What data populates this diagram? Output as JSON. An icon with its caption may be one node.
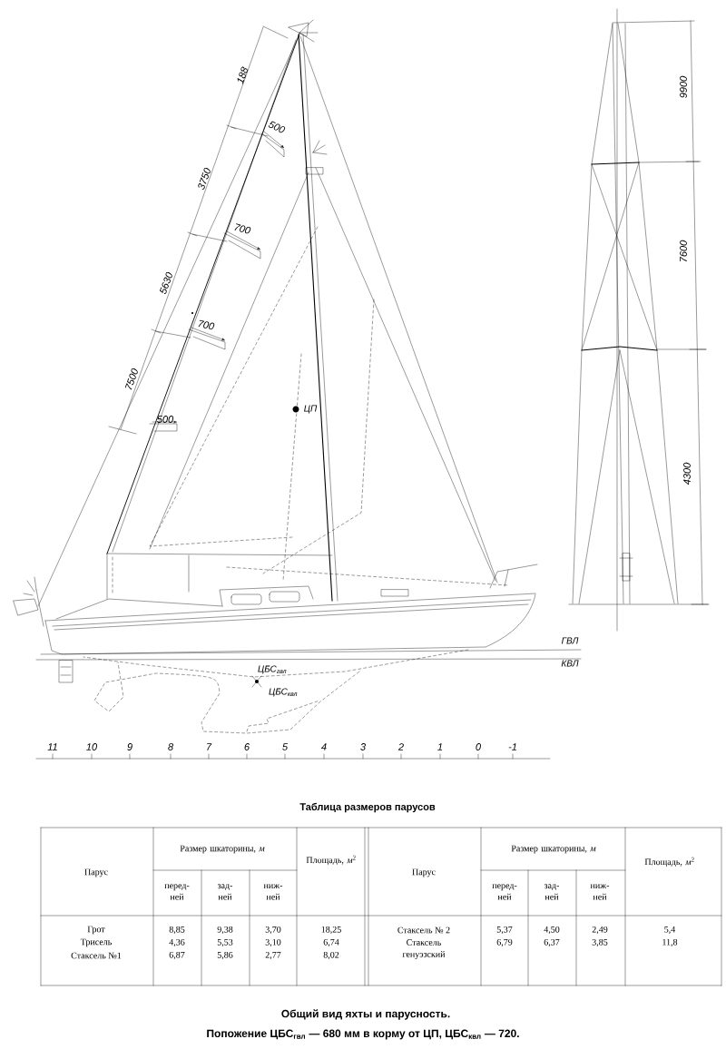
{
  "diagram": {
    "caption": "Общий вид яхты и парусность.",
    "labels": [
      "188",
      "3750",
      "5630",
      "7500",
      "500",
      "700",
      "700",
      "500",
      "ЦП",
      "9900",
      "7600",
      "4300",
      "ГВЛ",
      "КВЛ",
      "ЦБС$_{гвл}$",
      "ЦБС$_{квл}$",
      "11",
      "10",
      "9",
      "8",
      "7",
      "6",
      "5",
      "4",
      "3",
      "2",
      "1",
      "0",
      "-1",
      "Таблица размеров парусов",
      "Парус",
      "Размер шкаторины, *м*",
      "Площадь, *м*$^{2}$",
      "Парус",
      "Размер шкаторины, *м*",
      "Площадь, *м*$^{2}$",
      "перед-ней",
      "зад-ней",
      "ниж-ней",
      "перед-ней",
      "зад-ней",
      "ниж-ней",
      "Грот",
      "8,85",
      "9,38",
      "3,70",
      "18,25",
      "Стаксель № 2",
      "5,37",
      "4,50",
      "2,49",
      "5,4",
      "Трисель",
      "4,36",
      "5,53",
      "3,10",
      "6,74",
      "Стаксель генуэзский",
      "6,79",
      "6,37",
      "3,85",
      "11,8",
      "Стаксель №1",
      "6,87",
      "5,86",
      "2,77",
      "8,02",
      "Попожение ЦБС$_{гвл}$ — 680 мм в корму от ЦП, ЦБС$_{квл}$ — 720."
    ]
  }
}
